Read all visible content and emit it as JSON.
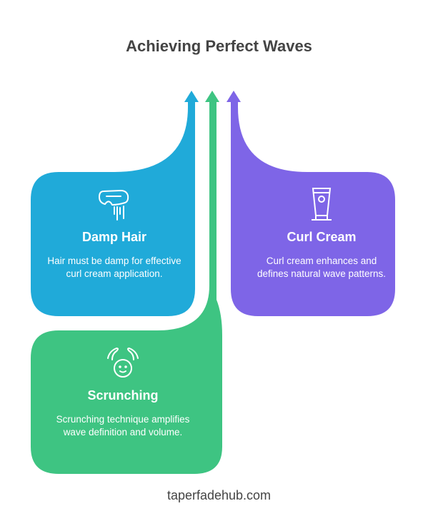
{
  "title": "Achieving Perfect Waves",
  "footer": "taperfadehub.com",
  "colors": {
    "damp": "#20AAD9",
    "scrunch": "#3EC482",
    "cream": "#7E65E7"
  },
  "cards": [
    {
      "title": "Damp Hair",
      "text": "Hair must be damp for effective curl cream application.",
      "icon": "shower-head-icon"
    },
    {
      "title": "Curl Cream",
      "text": "Curl cream enhances and defines natural wave patterns.",
      "icon": "cream-tube-icon"
    },
    {
      "title": "Scrunching",
      "text": "Scrunching technique amplifies wave definition and volume.",
      "icon": "hands-on-head-icon"
    }
  ]
}
